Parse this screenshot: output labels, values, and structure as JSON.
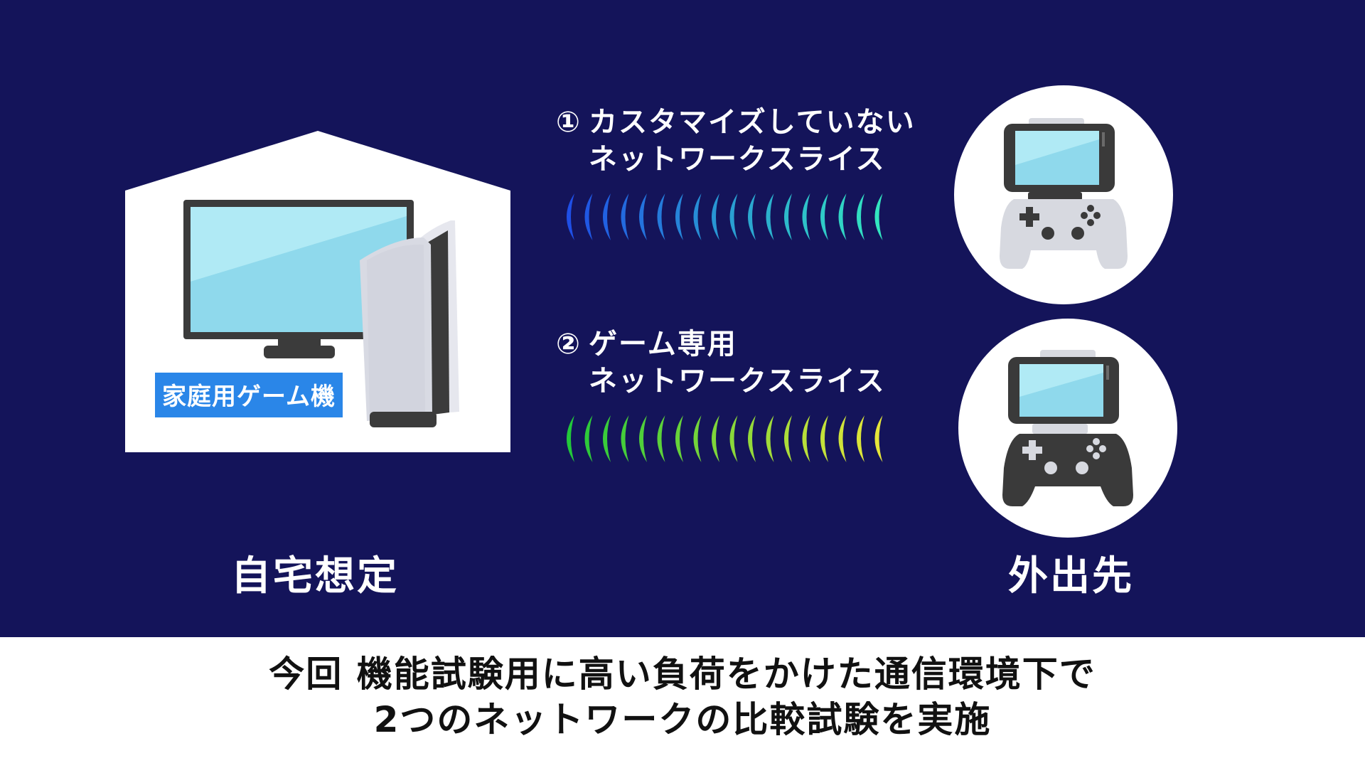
{
  "home": {
    "console_label": "家庭用ゲーム機",
    "place_label": "自宅想定"
  },
  "slices": [
    {
      "number": "①",
      "line1": "カスタマイズしていない",
      "line2": "ネットワークスライス"
    },
    {
      "number": "②",
      "line1": "ゲーム専用",
      "line2": "ネットワークスライス"
    }
  ],
  "outside": {
    "place_label": "外出先"
  },
  "caption": {
    "line1": "今回 機能試験用に高い負荷をかけた通信環境下で",
    "line2": "2つのネットワークの比較試験を実施"
  },
  "colors": {
    "background": "#14145a",
    "console_label_bg": "#2a86e8",
    "screen": "#8fd9ec",
    "wave1_start": "#1f4fe6",
    "wave1_end": "#33e6c0",
    "wave2_start": "#22c83a",
    "wave2_end": "#e6e63a",
    "controller_light": "#d7d9e0",
    "controller_dark": "#3a3a3a"
  },
  "icons": [
    "house-icon",
    "monitor-icon",
    "console-icon",
    "signal-waves-icon",
    "smartphone-icon",
    "gamepad-icon"
  ]
}
